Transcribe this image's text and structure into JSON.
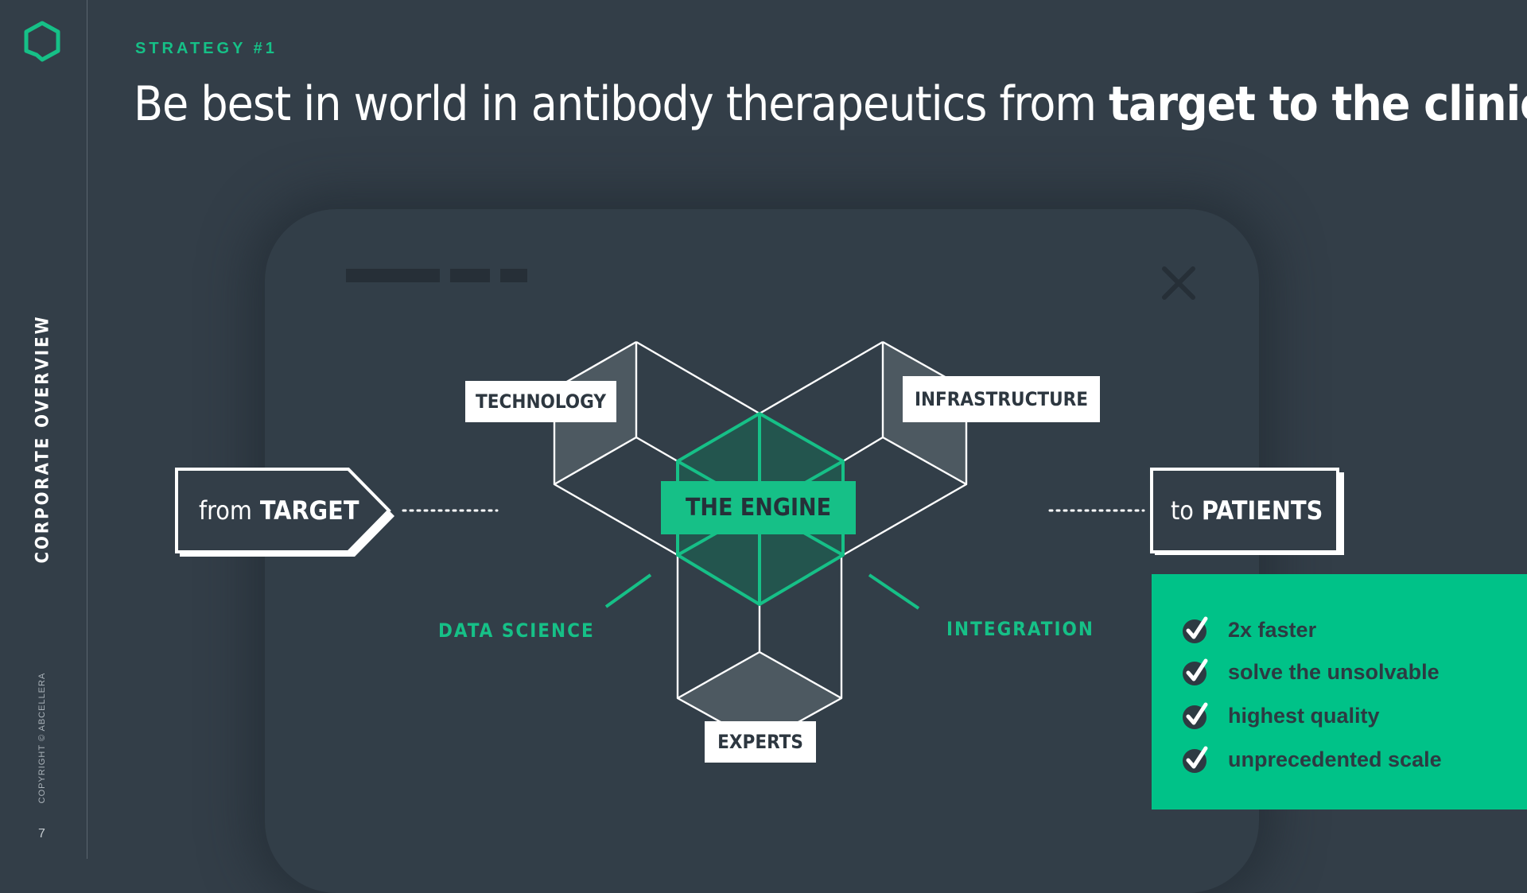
{
  "sidebar": {
    "title": "CORPORATE OVERVIEW",
    "copyright": "COPYRIGHT © ABCELLERA",
    "page_number": "7",
    "logo_icon": "hexagon-logo-icon"
  },
  "header": {
    "eyebrow": "STRATEGY #1",
    "headline_regular": "Be best in world in antibody therapeutics from ",
    "headline_bold": "target to the clinic",
    "headline_end": "."
  },
  "diagram": {
    "engine": "THE ENGINE",
    "technology": "TECHNOLOGY",
    "infrastructure": "INFRASTRUCTURE",
    "experts": "EXPERTS",
    "data_science": "DATA SCIENCE",
    "integration": "INTEGRATION",
    "from_prefix": "from",
    "from_bold": "TARGET",
    "to_prefix": "to",
    "to_bold": "PATIENTS"
  },
  "benefits": [
    "2x faster",
    "solve the unsolvable",
    "highest quality",
    "unprecedented scale"
  ],
  "colors": {
    "background": "#333e48",
    "accent": "#16c087",
    "panel": "#00c288",
    "text": "#ffffff"
  }
}
